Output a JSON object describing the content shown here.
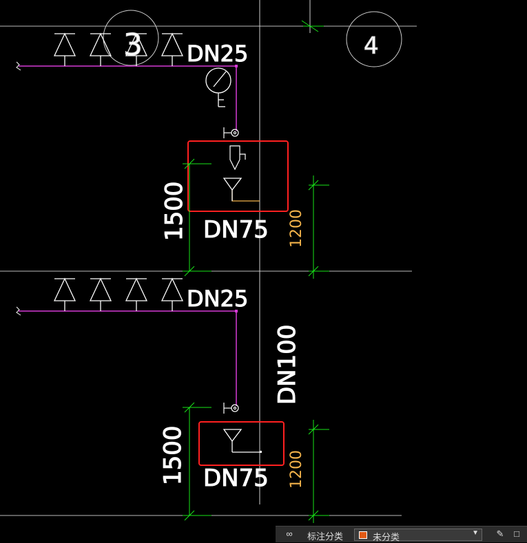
{
  "drawing": {
    "grid_labels": [
      "3",
      "4"
    ],
    "pipe_top": "DN25",
    "pipe_bottom": "DN25",
    "drain_top": "DN75",
    "drain_bottom": "DN75",
    "riser": "DN100",
    "dim_left_top": "1500",
    "dim_left_bottom": "1500",
    "dim_right_top": "1200",
    "dim_right_bottom": "1200"
  },
  "toolbar": {
    "label": "标注分类",
    "selected": "未分类",
    "swatch_color": "#e05a16"
  },
  "colors": {
    "background": "#000000",
    "pipe": "#d63bd6",
    "dimension": "#19e619",
    "highlight": "#ff2020",
    "annotation_yellow": "#f2b24a"
  }
}
